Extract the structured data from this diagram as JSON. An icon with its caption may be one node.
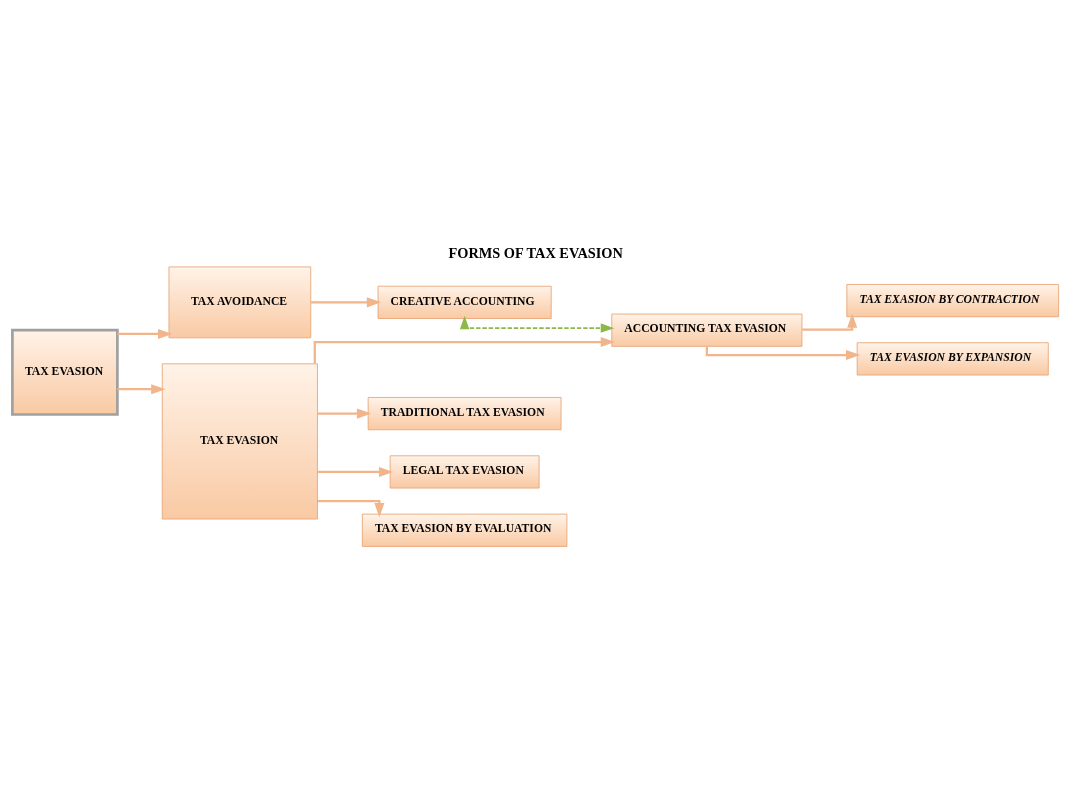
{
  "diagram": {
    "title": "FORMS OF TAX EVASION",
    "nodes": [
      {
        "text": [
          "TAX EVASION"
        ]
      },
      {
        "text": [
          "TAX AVOIDANCE"
        ]
      },
      {
        "text": [
          "CREATIVE ACCOUNTING"
        ]
      },
      {
        "text": [
          "ACCOUNTING TAX EVASION"
        ]
      },
      {
        "text": [
          "TAX EXASION BY CONTRACTION"
        ]
      },
      {
        "text": [
          "TAX EVASION BY EXPANSION"
        ]
      },
      {
        "text": [
          "TAX EVASION"
        ]
      },
      {
        "text": [
          "TRADITIONAL TAX EVASION"
        ]
      },
      {
        "text": [
          "LEGAL TAX EVASION"
        ]
      },
      {
        "text": [
          "TAX EVASION BY EVALUATION"
        ]
      }
    ],
    "edges": [
      {
        "from": 0,
        "to": 1,
        "arrow": "to"
      },
      {
        "from": 0,
        "to": 6,
        "arrow": "to"
      },
      {
        "from": 1,
        "to": 2,
        "arrow": "to"
      },
      {
        "from": 2,
        "to": 3,
        "arrow": "both",
        "style": "dashed",
        "color": "#8db84a"
      },
      {
        "from": 3,
        "to": 4,
        "arrow": "to"
      },
      {
        "from": 3,
        "to": 5,
        "arrow": "to"
      },
      {
        "from": 6,
        "to": 3,
        "arrow": "to"
      },
      {
        "from": 6,
        "to": 7,
        "arrow": "to"
      },
      {
        "from": 6,
        "to": 8,
        "arrow": "to"
      },
      {
        "from": 6,
        "to": 9,
        "arrow": "to"
      }
    ]
  }
}
